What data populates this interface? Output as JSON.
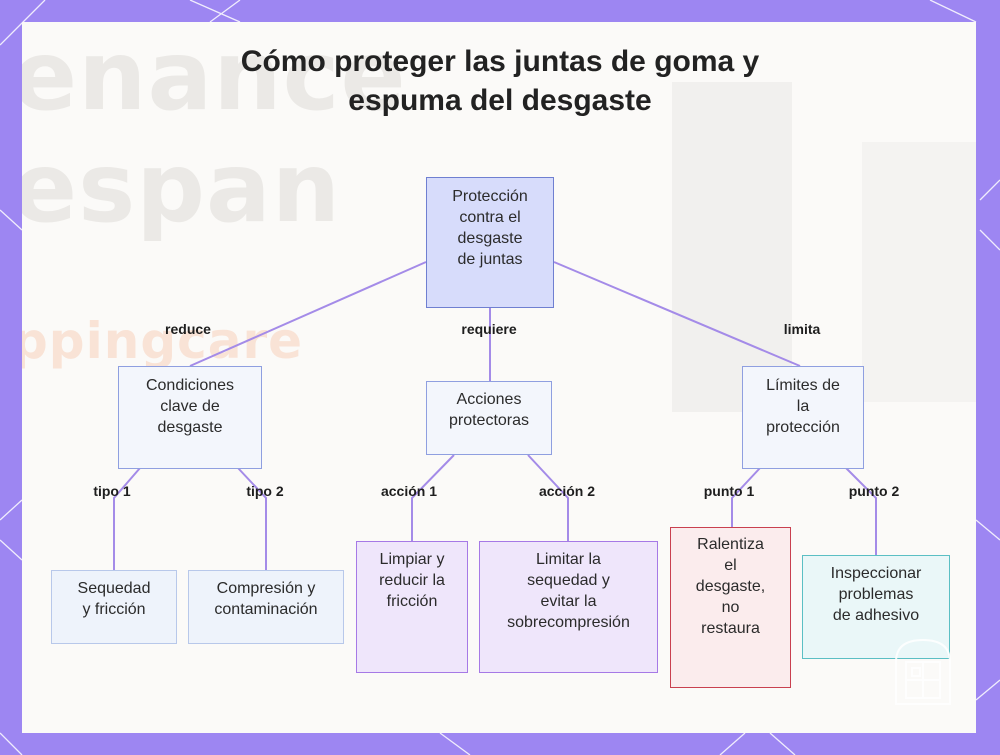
{
  "title": {
    "line1": "Cómo proteger las juntas de goma y",
    "line2": "espuma del desgaste"
  },
  "background_text": {
    "word1": "enance",
    "word2": "espan",
    "word3": "ppingcare"
  },
  "nodes": {
    "root": [
      "Protección",
      "contra el",
      "desgaste",
      "de juntas"
    ],
    "conditions": [
      "Condiciones",
      "clave de",
      "desgaste"
    ],
    "actions": [
      "Acciones",
      "protectoras"
    ],
    "limits": [
      "Límites de",
      "la",
      "protección"
    ],
    "dryness": [
      "Sequedad",
      "y fricción"
    ],
    "compression": [
      "Compresión y",
      "contaminación"
    ],
    "clean": [
      "Limpiar y",
      "reducir la",
      "fricción"
    ],
    "limit_dry": [
      "Limitar la",
      "sequedad y",
      "evitar la",
      "sobrecompresión"
    ],
    "slows": [
      "Ralentiza",
      "el",
      "desgaste,",
      "no",
      "restaura"
    ],
    "inspect": [
      "Inspeccionar",
      "problemas",
      "de adhesivo"
    ]
  },
  "edge_labels": {
    "reduce": "reduce",
    "requiere": "requiere",
    "limita": "limita",
    "tipo1": "tipo 1",
    "tipo2": "tipo 2",
    "accion1": "acción 1",
    "accion2": "acción 2",
    "punto1": "punto 1",
    "punto2": "punto 2"
  },
  "colors": {
    "frame": "#9d86f2",
    "edge": "#a48be8",
    "root_fill": "#d7dcfb",
    "purple_border": "#a679e6",
    "red_border": "#c9404f",
    "teal_border": "#5bbfc4"
  }
}
